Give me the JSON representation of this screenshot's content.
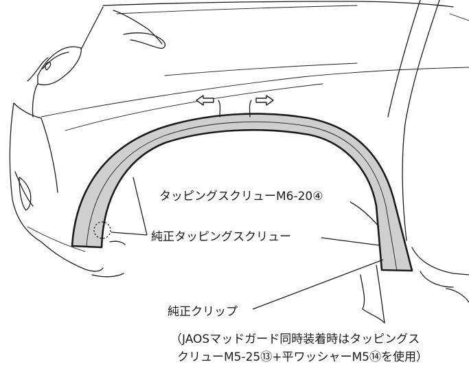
{
  "labels": {
    "screw_new": "タッピングスクリューM6-20④",
    "screw_oem": "純正タッピングスクリュー",
    "clip_oem": "純正クリップ",
    "note_line1": "（JAOSマッドガード同時装着時はタッピングス",
    "note_line2": "クリューM5-25⑬+平ワッシャーM5⑭を使用）"
  },
  "colors": {
    "fender_fill": "#cfcfcf",
    "line": "#1a1a1a",
    "background": "#ffffff"
  },
  "icons": {
    "pull_left": "left-arrow-icon",
    "pull_right": "right-arrow-icon",
    "screw_highlight": "dotted-circle-icon"
  }
}
